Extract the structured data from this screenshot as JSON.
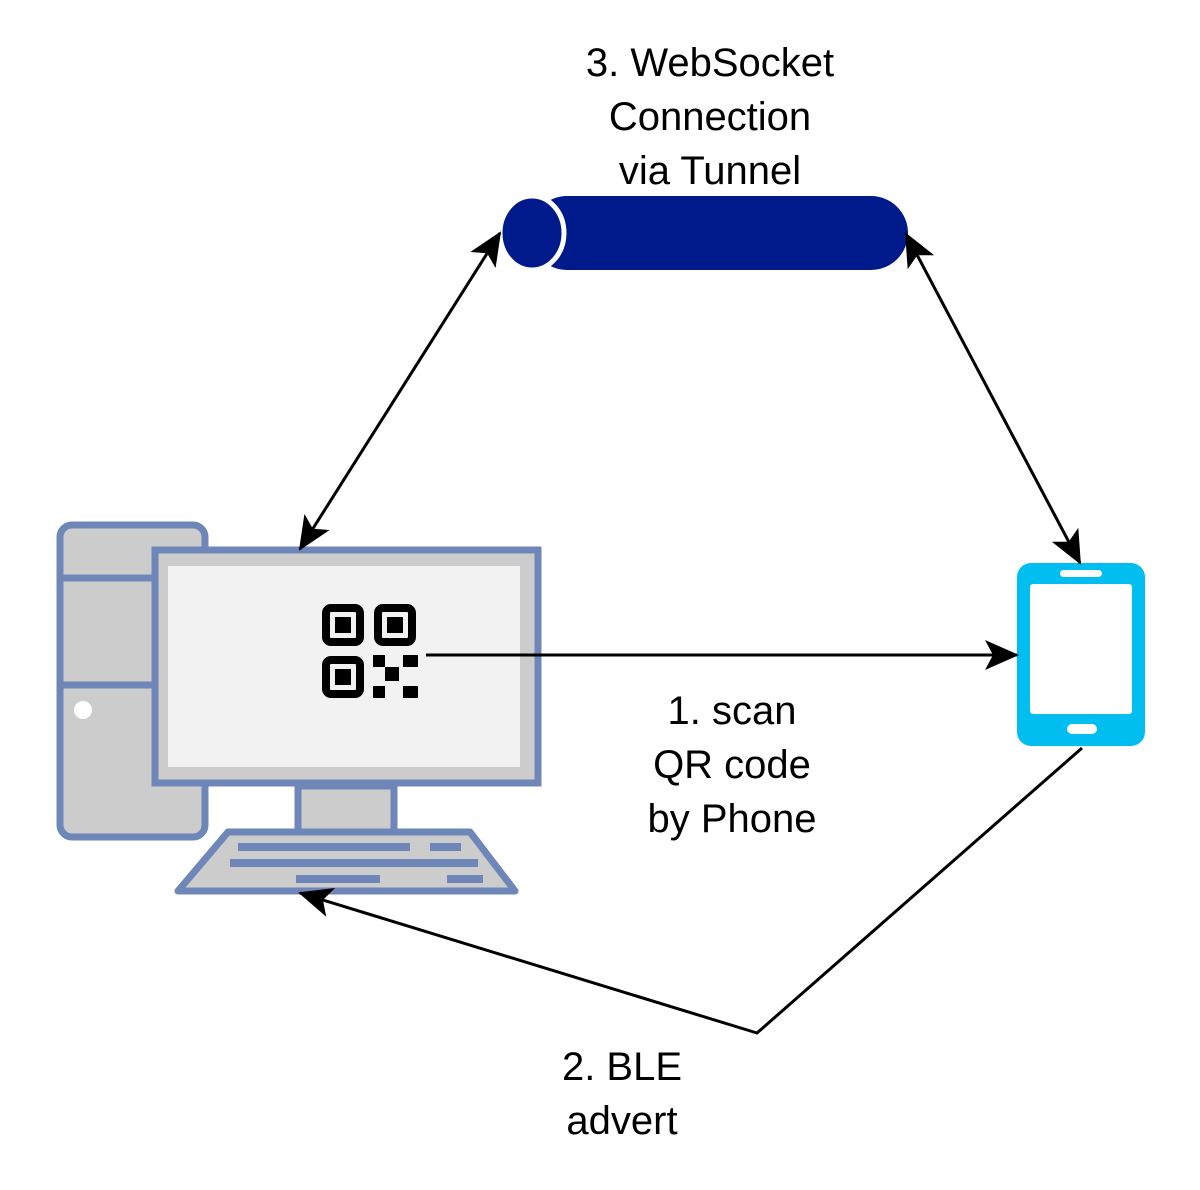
{
  "labels": {
    "websocket": {
      "line1": "3. WebSocket",
      "line2": "Connection",
      "line3": "via Tunnel"
    },
    "scan": {
      "line1": "1. scan",
      "line2": "QR code",
      "line3": "by Phone"
    },
    "ble": {
      "line1": "2. BLE",
      "line2": "advert"
    }
  },
  "colors": {
    "tunnel_fill": "#001a8c",
    "computer_stroke": "#6f86b8",
    "computer_fill": "#cccccc",
    "screen_fill": "#f2f2f2",
    "phone_fill": "#00bff0",
    "phone_screen": "#ffffff",
    "arrow": "#000000"
  },
  "icons": {
    "tunnel": "cylinder-tunnel-icon",
    "computer": "desktop-computer-icon",
    "qr": "qr-code-icon",
    "phone": "mobile-phone-icon"
  }
}
